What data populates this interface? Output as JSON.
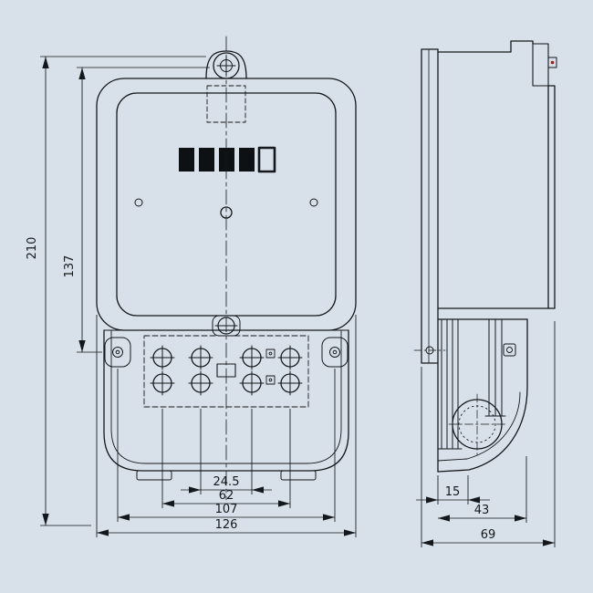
{
  "drawing": {
    "background": "#d8e1e9",
    "line_color": "#14181c",
    "seal_dot_color": "#8f2020",
    "views": {
      "front": "front-view-of-energy-meter",
      "side": "side-view-of-energy-meter"
    },
    "dims": {
      "total_height": "210",
      "hanger_to_seal_screw": "137",
      "terminal_pitch_inner": "24.5",
      "terminal_span": "62",
      "seal_screw_span": "107",
      "total_width": "126",
      "terminal_depth": "15",
      "cover_depth": "43",
      "total_depth": "69"
    }
  }
}
